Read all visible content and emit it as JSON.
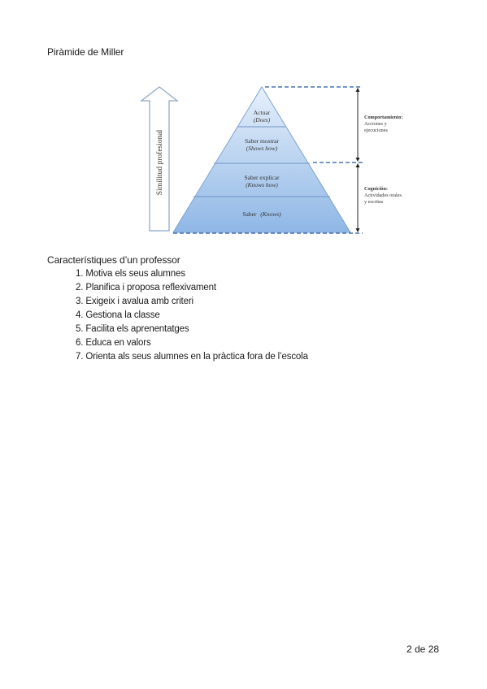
{
  "heading": "Piràmide de Miller",
  "figure": {
    "arrow_label": "Similitud profesional",
    "levels": [
      {
        "name": "Actuar",
        "sub": "(Does)"
      },
      {
        "name": "Saber mostrar",
        "sub": "(Shows how)"
      },
      {
        "name": "Saber explicar",
        "sub": "(Knows how)"
      },
      {
        "name": "Saber",
        "sub": "(Knows)"
      }
    ],
    "groups": [
      {
        "title": "Comportamiento:",
        "line1": "Acciones y",
        "line2": "ejecuciones"
      },
      {
        "title": "Cognición:",
        "line1": "Actividades orales",
        "line2": "y escritas"
      }
    ]
  },
  "section": {
    "title": "Característiques d’un professor",
    "items": [
      "1. Motiva els seus alumnes",
      "2. Planifica i proposa reflexivament",
      "3. Exigeix i avalua amb criteri",
      "4. Gestiona la classe",
      "5. Facilita els aprenentatges",
      "6. Educa en valors",
      "7. Orienta als seus alumnes en la pràctica fora de l’escola"
    ]
  },
  "page_number": "2 de 28"
}
